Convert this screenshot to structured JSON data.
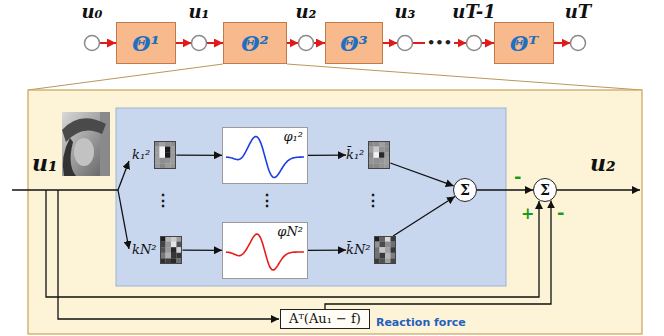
{
  "diagram": {
    "nodes": [
      {
        "text": [
          "u₀"
        ]
      },
      {
        "text": [
          "Θ¹"
        ]
      },
      {
        "text": [
          "u₁"
        ]
      },
      {
        "text": [
          "Θ²"
        ]
      },
      {
        "text": [
          "u₂"
        ]
      },
      {
        "text": [
          "Θ³"
        ]
      },
      {
        "text": [
          "u₃"
        ]
      },
      {
        "text": [
          "uT-1"
        ]
      },
      {
        "text": [
          "Θᵀ"
        ]
      },
      {
        "text": [
          "uT"
        ]
      },
      {
        "text": [
          "k₁²"
        ]
      },
      {
        "text": [
          "φ₁²"
        ]
      },
      {
        "text": [
          "k̄₁²"
        ]
      },
      {
        "text": [
          "kN²"
        ]
      },
      {
        "text": [
          "φN²"
        ]
      },
      {
        "text": [
          "k̄N²"
        ]
      },
      {
        "text": [
          "Σ"
        ]
      },
      {
        "text": [
          "Σ"
        ]
      },
      {
        "text": [
          "Aᵀ(Au₁ − f)",
          "Reaction force"
        ]
      }
    ],
    "edges": [
      {
        "from": 0,
        "to": 1,
        "arrow": "to"
      },
      {
        "from": 1,
        "to": 2,
        "arrow": "to"
      },
      {
        "from": 2,
        "to": 3,
        "arrow": "to"
      },
      {
        "from": 3,
        "to": 4,
        "arrow": "to"
      },
      {
        "from": 4,
        "to": 5,
        "arrow": "to"
      },
      {
        "from": 5,
        "to": 6,
        "arrow": "to"
      },
      {
        "from": 6,
        "to": 7,
        "label": "•••",
        "arrow": "to"
      },
      {
        "from": 7,
        "to": 8,
        "arrow": "to"
      },
      {
        "from": 8,
        "to": 9,
        "arrow": "to"
      },
      {
        "from": 10,
        "to": 11,
        "arrow": "to"
      },
      {
        "from": 11,
        "to": 12,
        "arrow": "to"
      },
      {
        "from": 12,
        "to": 16,
        "arrow": "to"
      },
      {
        "from": 13,
        "to": 14,
        "arrow": "to"
      },
      {
        "from": 14,
        "to": 15,
        "arrow": "to"
      },
      {
        "from": 15,
        "to": 16,
        "arrow": "to"
      },
      {
        "from": 16,
        "to": 17,
        "arrow": "to"
      },
      {
        "from": 18,
        "to": 17,
        "arrow": "to"
      }
    ],
    "labels": [
      "u₁",
      "u₂",
      "⋮",
      "⋮",
      "⋮",
      "-",
      "+",
      "-"
    ]
  }
}
